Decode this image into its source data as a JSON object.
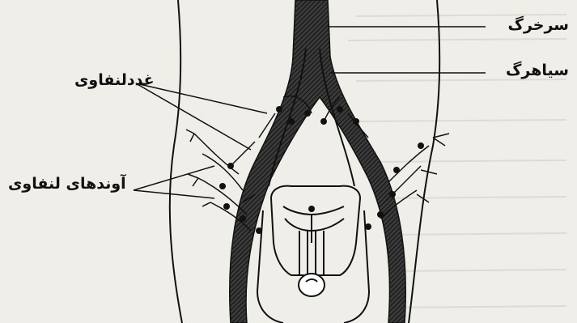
{
  "diagram": {
    "labels": {
      "artery": "سرخرگ",
      "vein": "سیاهرگ",
      "lymph_node": "غددلنفاوی",
      "lymph_vessels": "آوندهای لنفاوی"
    },
    "colors": {
      "background": "#efeee9",
      "ink": "#111111",
      "vessel_fill": "#2a2a2a",
      "faint_text": "#c9c7c0"
    }
  }
}
